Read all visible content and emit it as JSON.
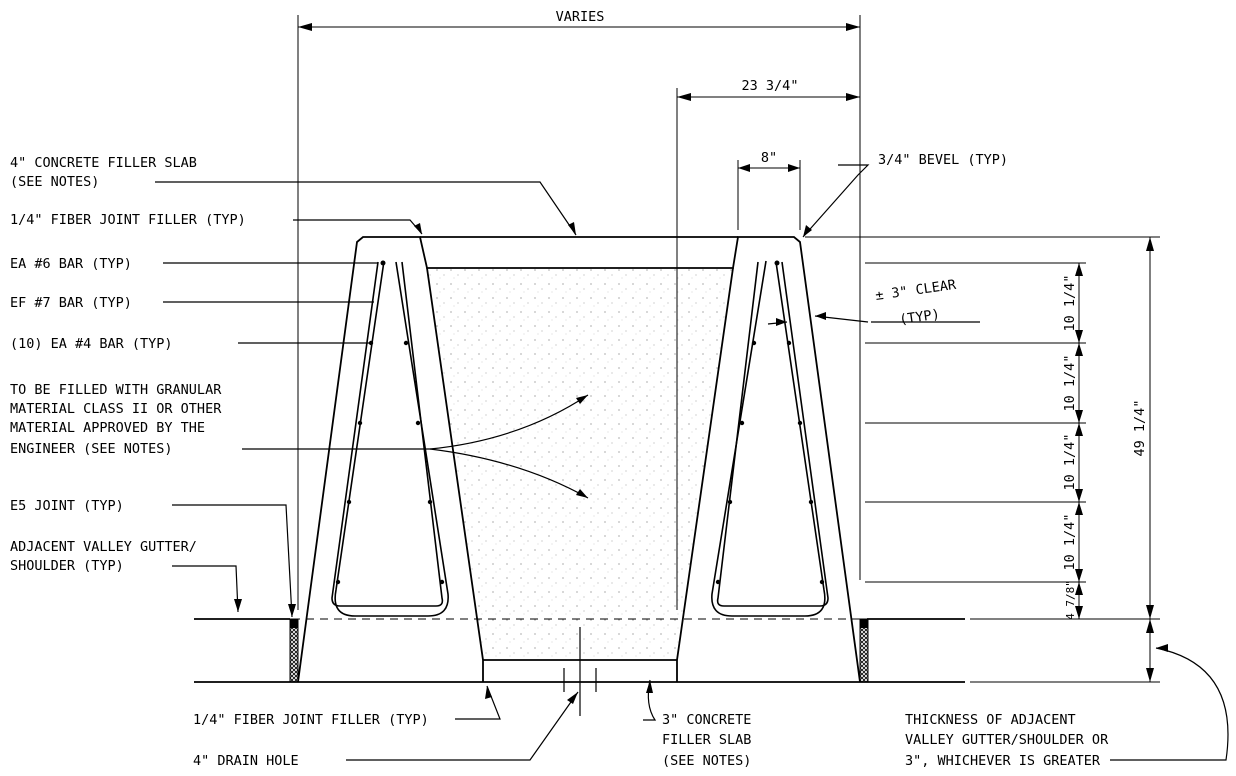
{
  "callouts": {
    "concrete_filler_slab_top": [
      "4\" CONCRETE FILLER SLAB",
      "(SEE NOTES)"
    ],
    "fiber_joint_top": "1/4\" FIBER JOINT FILLER (TYP)",
    "ea6_bar": "EA #6 BAR (TYP)",
    "ef7_bar": "EF #7 BAR (TYP)",
    "ea4_bar": "(10) EA #4 BAR (TYP)",
    "granular_fill": [
      "TO BE FILLED WITH GRANULAR",
      "MATERIAL CLASS II OR OTHER",
      "MATERIAL APPROVED BY THE",
      "ENGINEER  (SEE NOTES)"
    ],
    "e5_joint": "E5 JOINT (TYP)",
    "adjacent_gutter": [
      "ADJACENT VALLEY GUTTER/",
      "SHOULDER (TYP)"
    ],
    "bevel": "3/4\" BEVEL (TYP)",
    "clear": [
      "± 3\" CLEAR",
      "(TYP)"
    ],
    "fiber_joint_bottom": "1/4\" FIBER JOINT FILLER (TYP)",
    "drain_hole": "4\" DRAIN HOLE",
    "concrete_filler_slab_bottom": [
      "3\" CONCRETE",
      "FILLER SLAB",
      "(SEE NOTES)"
    ],
    "thickness_note": [
      "THICKNESS OF ADJACENT",
      "VALLEY GUTTER/SHOULDER OR",
      "3\", WHICHEVER IS GREATER"
    ]
  },
  "dimensions": {
    "overall_width": "VARIES",
    "right_wall_width": "23 3/4\"",
    "top_width": "8\"",
    "overall_height": "49 1/4\"",
    "bar_spacing": [
      "10 1/4\"",
      "10 1/4\"",
      "10 1/4\"",
      "10 1/4\""
    ],
    "bottom_spacing": "4 7/8\""
  }
}
